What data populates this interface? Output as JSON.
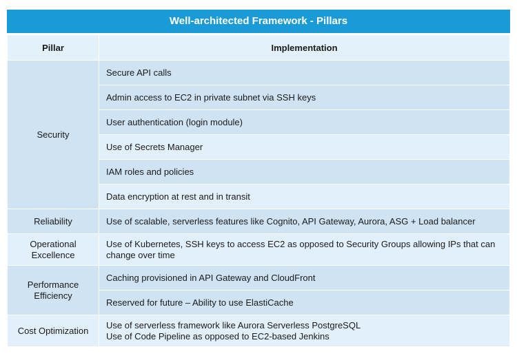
{
  "title": "Well-architected Framework - Pillars",
  "headers": {
    "pillar": "Pillar",
    "implementation": "Implementation"
  },
  "rows": {
    "security": {
      "pillar": "Security",
      "items": [
        "Secure API calls",
        "Admin access to EC2 in private subnet via SSH keys",
        "User authentication (login module)",
        "Use of Secrets Manager",
        "IAM roles and policies",
        "Data encryption at rest and in transit"
      ]
    },
    "reliability": {
      "pillar": "Reliability",
      "items": [
        "Use of scalable, serverless features like Cognito, API Gateway, Aurora, ASG + Load balancer"
      ]
    },
    "operational": {
      "pillar_line1": "Operational",
      "pillar_line2": "Excellence",
      "items": [
        "Use of Kubernetes, SSH keys to access EC2 as opposed to Security Groups allowing IPs that can change over time"
      ]
    },
    "performance": {
      "pillar_line1": "Performance",
      "pillar_line2": "Efficiency",
      "items": [
        "Caching provisioned in API Gateway and CloudFront",
        "Reserved for future – Ability to use ElastiCache"
      ]
    },
    "cost": {
      "pillar": "Cost Optimization",
      "items": [
        "Use of serverless framework like Aurora Serverless PostgreSQL",
        "Use of Code Pipeline as opposed to EC2-based Jenkins"
      ]
    }
  }
}
